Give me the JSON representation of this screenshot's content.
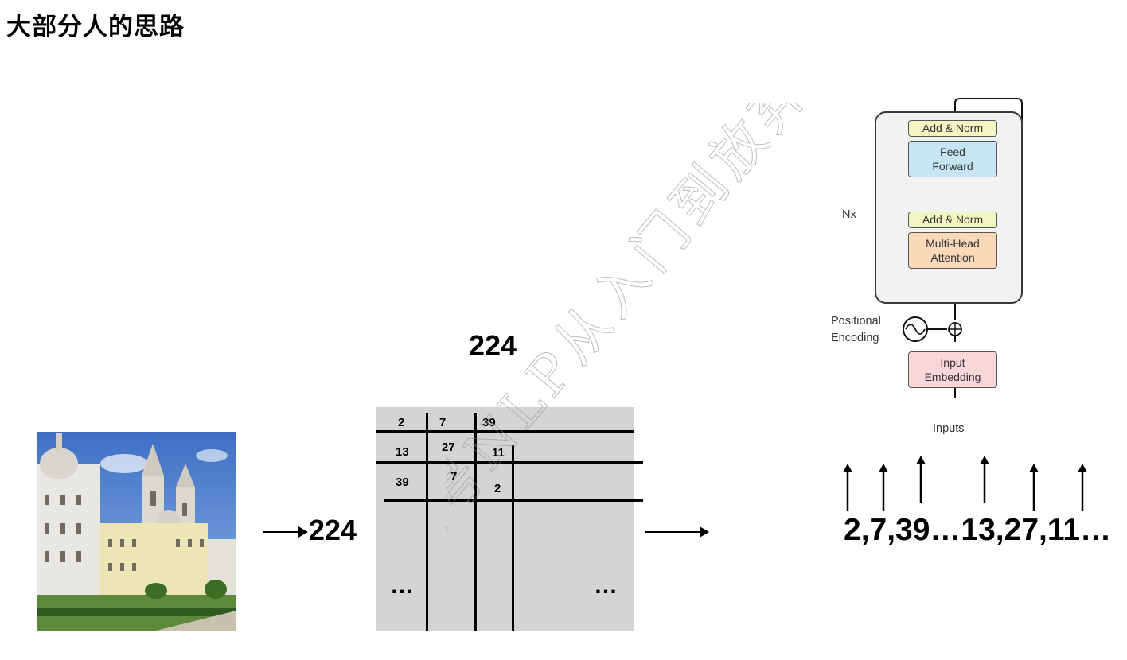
{
  "title": "大部分人的思路",
  "image_side_label": "224",
  "grid_top_label": "224",
  "grid": {
    "cells": [
      {
        "text": "2"
      },
      {
        "text": "7"
      },
      {
        "text": "39"
      },
      {
        "text": "13"
      },
      {
        "text": "27"
      },
      {
        "text": "11"
      },
      {
        "text": "39"
      },
      {
        "text": "7"
      },
      {
        "text": "2"
      }
    ],
    "ellipsis_left": "…",
    "ellipsis_right": "…"
  },
  "transformer": {
    "nx": "Nx",
    "add_norm_top": "Add & Norm",
    "feed_forward": "Feed\nForward",
    "add_norm_bottom": "Add & Norm",
    "multi_head": "Multi-Head\nAttention",
    "positional_encoding": "Positional\nEncoding",
    "input_embedding": "Input\nEmbedding",
    "inputs": "Inputs"
  },
  "sequence": "2,7,39…13,27,11…",
  "watermark": "公众号NLP从入门到放弃",
  "colors": {
    "grid_bg": "#d4d4d4",
    "add_norm": "#f2f7c2",
    "feed_forward": "#c6e6f5",
    "multi_head": "#fad9b8",
    "embedding": "#f8d6d9"
  }
}
